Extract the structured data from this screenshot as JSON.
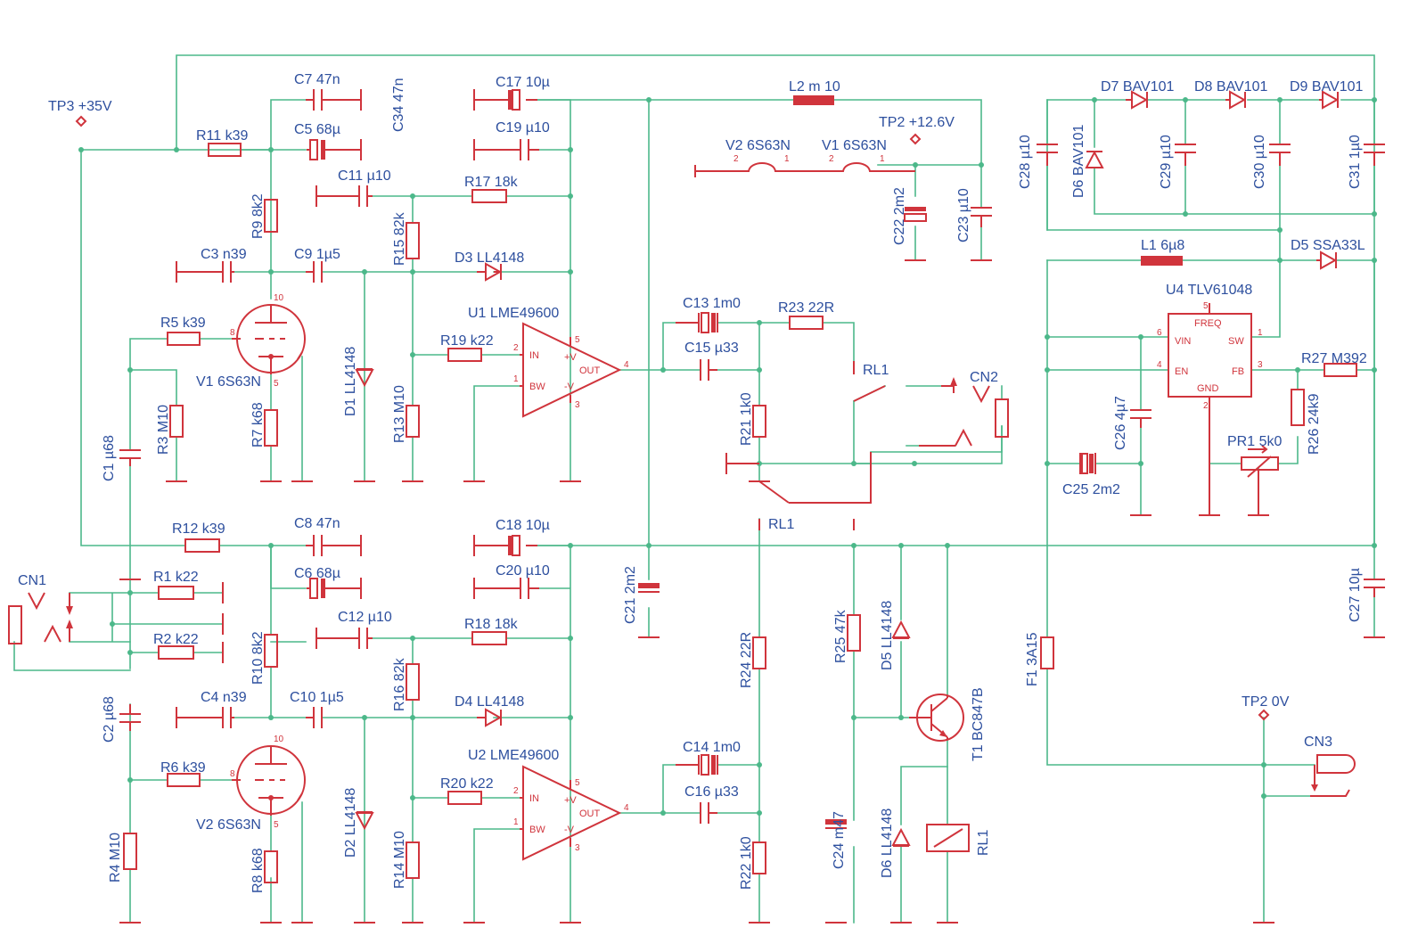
{
  "colors": {
    "wire": "#4cb88a",
    "component": "#d0343c",
    "label": "#2d4f9e",
    "background": "#ffffff"
  },
  "labels": [
    {
      "id": "tp3",
      "text": "TP3 +35V",
      "kind": "test-point-label"
    },
    {
      "id": "r11",
      "text": "R11 k39",
      "kind": "resistor-label"
    },
    {
      "id": "c7",
      "text": "C7 47n",
      "kind": "capacitor-label"
    },
    {
      "id": "c34",
      "text": "C34 47n",
      "kind": "capacitor-label"
    },
    {
      "id": "c5",
      "text": "C5 68µ",
      "kind": "capacitor-label"
    },
    {
      "id": "c17",
      "text": "C17 10µ",
      "kind": "capacitor-label"
    },
    {
      "id": "c19",
      "text": "C19 µ10",
      "kind": "capacitor-label"
    },
    {
      "id": "l2",
      "text": "L2 m 10",
      "kind": "inductor-label"
    },
    {
      "id": "tp2v",
      "text": "TP2 +12.6V",
      "kind": "test-point-label"
    },
    {
      "id": "v2h",
      "text": "V2 6S63N",
      "kind": "heater-label"
    },
    {
      "id": "v1h",
      "text": "V1 6S63N",
      "kind": "heater-label"
    },
    {
      "id": "c11",
      "text": "C11 µ10",
      "kind": "capacitor-label"
    },
    {
      "id": "r17",
      "text": "R17 18k",
      "kind": "resistor-label"
    },
    {
      "id": "r9",
      "text": "R9 8k2",
      "kind": "resistor-label"
    },
    {
      "id": "r15",
      "text": "R15 82k",
      "kind": "resistor-label"
    },
    {
      "id": "c22",
      "text": "C22 2m2",
      "kind": "capacitor-label"
    },
    {
      "id": "c23",
      "text": "C23 µ10",
      "kind": "capacitor-label"
    },
    {
      "id": "c3",
      "text": "C3 n39",
      "kind": "capacitor-label"
    },
    {
      "id": "c9",
      "text": "C9 1µ5",
      "kind": "capacitor-label"
    },
    {
      "id": "d3",
      "text": "D3 LL4148",
      "kind": "diode-label"
    },
    {
      "id": "u1",
      "text": "U1 LME49600",
      "kind": "ic-label"
    },
    {
      "id": "c13",
      "text": "C13 1m0",
      "kind": "capacitor-label"
    },
    {
      "id": "r23",
      "text": "R23 22R",
      "kind": "resistor-label"
    },
    {
      "id": "r5",
      "text": "R5 k39",
      "kind": "resistor-label"
    },
    {
      "id": "r19",
      "text": "R19 k22",
      "kind": "resistor-label"
    },
    {
      "id": "c15",
      "text": "C15 µ33",
      "kind": "capacitor-label"
    },
    {
      "id": "rl1a",
      "text": "RL1",
      "kind": "relay-label"
    },
    {
      "id": "cn2",
      "text": "CN2",
      "kind": "connector-label"
    },
    {
      "id": "v1",
      "text": "V1 6S63N",
      "kind": "tube-label"
    },
    {
      "id": "d1",
      "text": "D1 LL4148",
      "kind": "diode-label"
    },
    {
      "id": "r3",
      "text": "R3 M10",
      "kind": "resistor-label"
    },
    {
      "id": "r7",
      "text": "R7 k68",
      "kind": "resistor-label"
    },
    {
      "id": "r13",
      "text": "R13 M10",
      "kind": "resistor-label"
    },
    {
      "id": "r21",
      "text": "R21 1k0",
      "kind": "resistor-label"
    },
    {
      "id": "c1",
      "text": "C1 µ68",
      "kind": "capacitor-label"
    },
    {
      "id": "r12",
      "text": "R12 k39",
      "kind": "resistor-label"
    },
    {
      "id": "c8",
      "text": "C8 47n",
      "kind": "capacitor-label"
    },
    {
      "id": "c18",
      "text": "C18 10µ",
      "kind": "capacitor-label"
    },
    {
      "id": "rl1b",
      "text": "RL1",
      "kind": "relay-label"
    },
    {
      "id": "cn1",
      "text": "CN1",
      "kind": "connector-label"
    },
    {
      "id": "r1",
      "text": "R1 k22",
      "kind": "resistor-label"
    },
    {
      "id": "c6",
      "text": "C6 68µ",
      "kind": "capacitor-label"
    },
    {
      "id": "c20",
      "text": "C20 µ10",
      "kind": "capacitor-label"
    },
    {
      "id": "c21",
      "text": "C21 2m2",
      "kind": "capacitor-label"
    },
    {
      "id": "r2",
      "text": "R2 k22",
      "kind": "resistor-label"
    },
    {
      "id": "c12",
      "text": "C12 µ10",
      "kind": "capacitor-label"
    },
    {
      "id": "r18",
      "text": "R18 18k",
      "kind": "resistor-label"
    },
    {
      "id": "r24",
      "text": "R24 22R",
      "kind": "resistor-label"
    },
    {
      "id": "r25",
      "text": "R25 47k",
      "kind": "resistor-label"
    },
    {
      "id": "d5b",
      "text": "D5 LL4148",
      "kind": "diode-label"
    },
    {
      "id": "r10",
      "text": "R10 8k2",
      "kind": "resistor-label"
    },
    {
      "id": "r16",
      "text": "R16 82k",
      "kind": "resistor-label"
    },
    {
      "id": "c2",
      "text": "C2 µ68",
      "kind": "capacitor-label"
    },
    {
      "id": "c4",
      "text": "C4 n39",
      "kind": "capacitor-label"
    },
    {
      "id": "c10",
      "text": "C10 1µ5",
      "kind": "capacitor-label"
    },
    {
      "id": "d4",
      "text": "D4 LL4148",
      "kind": "diode-label"
    },
    {
      "id": "u2",
      "text": "U2 LME49600",
      "kind": "ic-label"
    },
    {
      "id": "c14",
      "text": "C14 1m0",
      "kind": "capacitor-label"
    },
    {
      "id": "t1",
      "text": "T1 BC847B",
      "kind": "transistor-label"
    },
    {
      "id": "r6",
      "text": "R6 k39",
      "kind": "resistor-label"
    },
    {
      "id": "r20",
      "text": "R20 k22",
      "kind": "resistor-label"
    },
    {
      "id": "c16",
      "text": "C16 µ33",
      "kind": "capacitor-label"
    },
    {
      "id": "v2",
      "text": "V2 6S63N",
      "kind": "tube-label"
    },
    {
      "id": "d2",
      "text": "D2 LL4148",
      "kind": "diode-label"
    },
    {
      "id": "c24",
      "text": "C24 m47",
      "kind": "capacitor-label"
    },
    {
      "id": "d6b",
      "text": "D6 LL4148",
      "kind": "diode-label"
    },
    {
      "id": "rl1c",
      "text": "RL1",
      "kind": "relay-label"
    },
    {
      "id": "r4",
      "text": "R4 M10",
      "kind": "resistor-label"
    },
    {
      "id": "r8",
      "text": "R8 k68",
      "kind": "resistor-label"
    },
    {
      "id": "r14",
      "text": "R14 M10",
      "kind": "resistor-label"
    },
    {
      "id": "r22",
      "text": "R22 1k0",
      "kind": "resistor-label"
    },
    {
      "id": "d7",
      "text": "D7 BAV101",
      "kind": "diode-label"
    },
    {
      "id": "d8",
      "text": "D8 BAV101",
      "kind": "diode-label"
    },
    {
      "id": "d9",
      "text": "D9 BAV101",
      "kind": "diode-label"
    },
    {
      "id": "c28",
      "text": "C28 µ10",
      "kind": "capacitor-label"
    },
    {
      "id": "d6a",
      "text": "D6 BAV101",
      "kind": "diode-label"
    },
    {
      "id": "c29",
      "text": "C29 µ10",
      "kind": "capacitor-label"
    },
    {
      "id": "c30",
      "text": "C30 µ10",
      "kind": "capacitor-label"
    },
    {
      "id": "c31",
      "text": "C31 1µ0",
      "kind": "capacitor-label"
    },
    {
      "id": "l1",
      "text": "L1 6µ8",
      "kind": "inductor-label"
    },
    {
      "id": "d5a",
      "text": "D5 SSA33L",
      "kind": "diode-label"
    },
    {
      "id": "u4",
      "text": "U4 TLV61048",
      "kind": "ic-label"
    },
    {
      "id": "r27",
      "text": "R27 M392",
      "kind": "resistor-label"
    },
    {
      "id": "c26",
      "text": "C26 4µ7",
      "kind": "capacitor-label"
    },
    {
      "id": "r26",
      "text": "R26 24k9",
      "kind": "resistor-label"
    },
    {
      "id": "pr1",
      "text": "PR1 5k0",
      "kind": "potentiometer-label"
    },
    {
      "id": "c25",
      "text": "C25 2m2",
      "kind": "capacitor-label"
    },
    {
      "id": "c27",
      "text": "C27 10µ",
      "kind": "capacitor-label"
    },
    {
      "id": "f1",
      "text": "F1 3A15",
      "kind": "fuse-label"
    },
    {
      "id": "tp20",
      "text": "TP2 0V",
      "kind": "test-point-label"
    },
    {
      "id": "cn3",
      "text": "CN3",
      "kind": "connector-label"
    }
  ],
  "ic_pins": {
    "u1": [
      "IN",
      "BW",
      "+V",
      "-V",
      "OUT",
      "2",
      "1",
      "5",
      "3",
      "4"
    ],
    "u2": [
      "IN",
      "BW",
      "+V",
      "-V",
      "OUT",
      "2",
      "1",
      "5",
      "3",
      "4"
    ],
    "u4": [
      "FREQ",
      "VIN",
      "SW",
      "EN",
      "FB",
      "GND",
      "5",
      "6",
      "1",
      "4",
      "3",
      "2"
    ],
    "v1": [
      "10",
      "8",
      "5"
    ],
    "v2": [
      "10",
      "8",
      "5"
    ],
    "heater_v2": [
      "2",
      "1"
    ],
    "heater_v1": [
      "2",
      "1"
    ]
  }
}
